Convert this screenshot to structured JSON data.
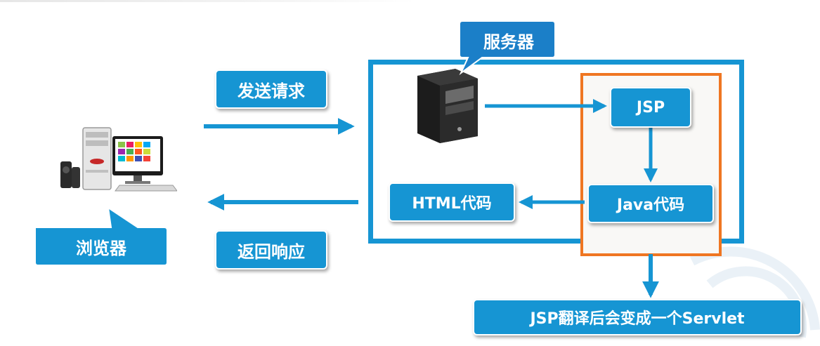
{
  "browser_label": "浏览器",
  "send_request": "发送请求",
  "return_response": "返回响应",
  "server_label": "服务器",
  "jsp_label": "JSP",
  "java_label": "Java代码",
  "html_label": "HTML代码",
  "servlet_note": "JSP翻译后会变成一个Servlet",
  "icons": [
    "computer-icon",
    "server-icon"
  ],
  "colors": {
    "primary_blue": "#1695d3",
    "orange_outline": "#ef7622"
  }
}
